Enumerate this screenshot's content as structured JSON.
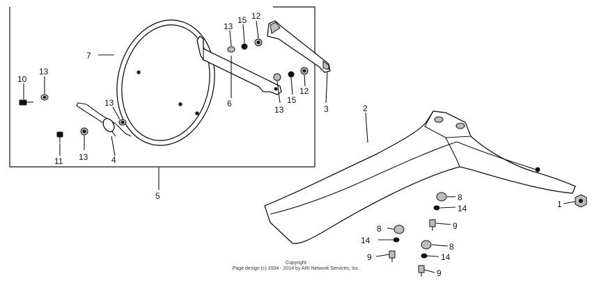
{
  "callouts": {
    "c1": "1",
    "c2": "2",
    "c3": "3",
    "c4": "4",
    "c5": "5",
    "c6": "6",
    "c7": "7",
    "c8a": "8",
    "c8b": "8",
    "c8c": "8",
    "c9a": "9",
    "c9b": "9",
    "c9c": "9",
    "c10": "10",
    "c11": "11",
    "c12a": "12",
    "c12b": "12",
    "c13a": "13",
    "c13b": "13",
    "c13c": "13",
    "c13d": "13",
    "c13e": "13",
    "c14a": "14",
    "c14b": "14",
    "c14c": "14",
    "c15a": "15",
    "c15b": "15"
  },
  "copyright": {
    "line1": "Copyright",
    "line2": "Page design (c) 2004 - 2014 by ARI Network Services, Inc."
  }
}
